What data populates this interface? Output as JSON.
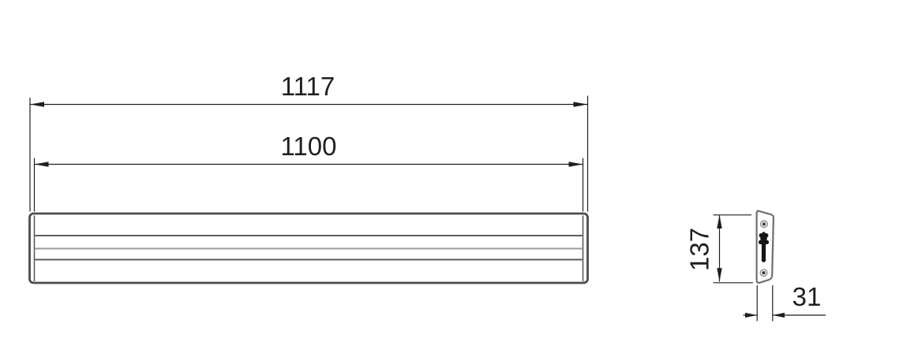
{
  "drawing": {
    "type": "technical-dimension-drawing",
    "views": {
      "front": "wall-rail front view",
      "side": "wall-rail side profile view"
    }
  },
  "dimensions": {
    "overall_length": {
      "label": "1117"
    },
    "inner_length": {
      "label": "1100"
    },
    "side_height": {
      "label": "137"
    },
    "side_depth": {
      "label": "31"
    }
  },
  "colors": {
    "background": "#ffffff",
    "dim_line": "#1f1f1f",
    "text": "#1f1f1f",
    "bar_outline": "#4d4d4d",
    "bar_line_dark": "#5c5c5c",
    "bar_line_light": "#9c9c9c",
    "profile_outline": "#6f6f6f",
    "profile_fill": "#fdfdfd",
    "hole_ring": "#8f8f8f",
    "hole_fill": "#d9d9d9",
    "hole_center": "#2a2a2a",
    "slot_fill": "#151515"
  }
}
